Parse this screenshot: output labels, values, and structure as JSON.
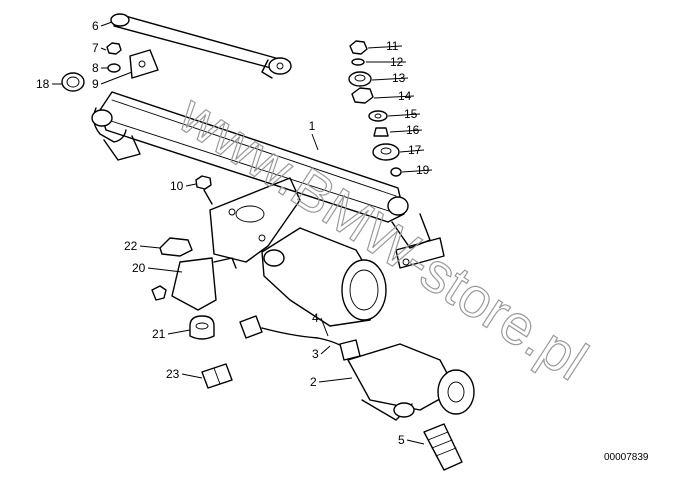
{
  "diagram": {
    "part_labels": [
      "1",
      "2",
      "3",
      "4",
      "5",
      "6",
      "7",
      "8",
      "9",
      "10",
      "11",
      "12",
      "13",
      "14",
      "15",
      "16",
      "17",
      "18",
      "19",
      "20",
      "21",
      "22",
      "23"
    ],
    "watermark": "www.BMW-store.pl",
    "drawing_code": "00007839"
  }
}
